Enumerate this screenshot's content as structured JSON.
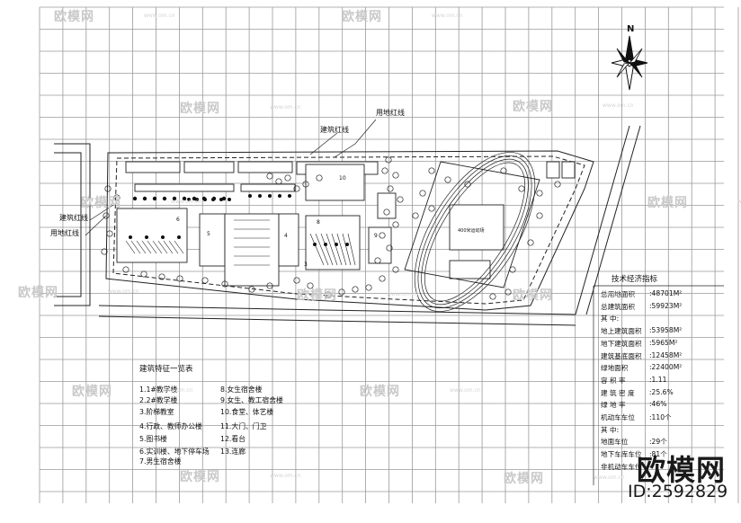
{
  "north_label": "N",
  "labels": {
    "land_red_line_top": "用地红线",
    "building_red_line_top": "建筑红线",
    "building_red_line_left": "建筑红线",
    "land_red_line_left": "用地红线",
    "building_10": "10",
    "building_6": "6",
    "building_5": "5",
    "building_4": "4",
    "building_8": "8",
    "building_3": "3",
    "building_9": "9",
    "field_text": "400米运动场"
  },
  "legend": {
    "title": "建筑特征一览表",
    "items": [
      "1.1#教学楼",
      "2.2#教学楼",
      "3.阶梯教室",
      "4.行政、教师办公楼",
      "5.图书楼",
      "6.实训楼、地下停车场",
      "7.男生宿舍楼",
      "8.女生宿舍楼",
      "9.女生、教工宿舍楼",
      "10.食堂、体艺楼",
      "11.大门、门卫",
      "12.看台",
      "13.连廊"
    ]
  },
  "tech": {
    "title": "技术经济指标",
    "rows": [
      {
        "label": "总用地面积",
        "value": ":48701M²"
      },
      {
        "label": "总建筑面积",
        "value": ":59923M²"
      },
      {
        "label": "其    中:",
        "value": ""
      },
      {
        "label": "地上建筑面积",
        "value": ":53958M²"
      },
      {
        "label": "地下建筑面积",
        "value": ":5965M²"
      },
      {
        "label": "建筑基底面积",
        "value": ":12458M²"
      },
      {
        "label": "绿地面积",
        "value": ":22400M²"
      },
      {
        "label": "容  积  率",
        "value": ":1.11"
      },
      {
        "label": "建  筑  密  度",
        "value": ":25.6%"
      },
      {
        "label": "绿  地  率",
        "value": ":46%"
      },
      {
        "label": "机动车车位",
        "value": ":110个"
      },
      {
        "label": "其    中:",
        "value": ""
      },
      {
        "label": "地面车位",
        "value": ":29个"
      },
      {
        "label": "地下车库车位",
        "value": ":81个"
      },
      {
        "label": "非机动车车位",
        "value": ""
      }
    ]
  },
  "watermarks": {
    "brand": "欧模网",
    "url": "www.om.cn"
  },
  "brand": "欧模网",
  "model_id": "ID:2592829"
}
